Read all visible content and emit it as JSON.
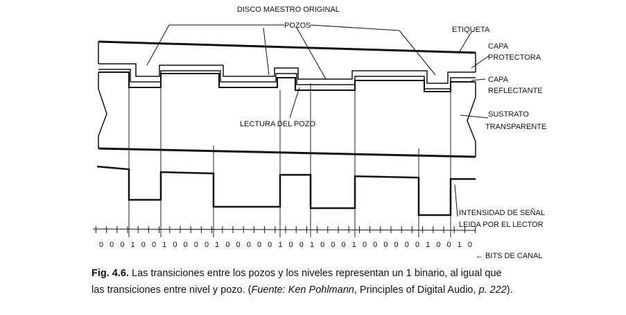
{
  "labels": {
    "disco": "DISCO MAESTRO ORIGINAL",
    "pozos": "POZOS",
    "etiqueta": "ETIQUETA",
    "capa_protectora_1": "CAPA",
    "capa_protectora_2": "PROTECTORA",
    "capa_reflectante_1": "CAPA",
    "capa_reflectante_2": "REFLECTANTE",
    "sustrato_1": "SUSTRATO",
    "sustrato_2": "TRANSPARENTE",
    "lectura": "LECTURA DEL POZO",
    "intensidad_1": "INTENSIDAD DE SEÑAL",
    "intensidad_2": "LEIDA POR EL LECTOR",
    "bits_canal": "← BITS DE CANAL"
  },
  "channel_bits": [
    "0",
    "0",
    "0",
    "1",
    "0",
    "0",
    "1",
    "0",
    "0",
    "0",
    "0",
    "1",
    "0",
    "0",
    "0",
    "0",
    "0",
    "1",
    "0",
    "0",
    "1",
    "0",
    "0",
    "0",
    "1",
    "0",
    "0",
    "0",
    "0",
    "0",
    "0",
    "1",
    "0",
    "0",
    "1",
    "0"
  ],
  "caption": {
    "fig": "Fig. 4.6.",
    "line1": " Las transiciones entre los pozos y los niveles representan un 1 binario, al igual que",
    "line2a": "las transiciones entre nivel y pozo. (",
    "fuente": "Fuente: Ken Pohlmann",
    "line2b": ", Principles of Digital Audio, ",
    "page": "p. 222",
    "line2c": ")."
  }
}
